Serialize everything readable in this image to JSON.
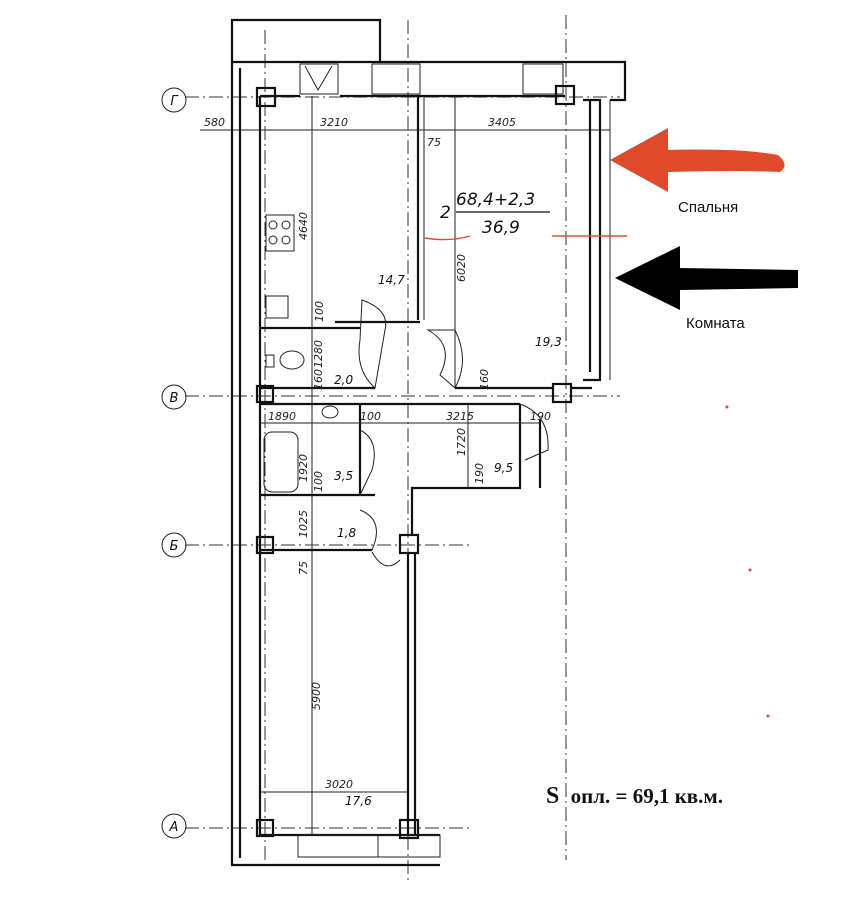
{
  "axes": {
    "g": "Г",
    "v": "В",
    "b": "Б",
    "a": "А"
  },
  "dimensions": {
    "d580": "580",
    "d3210": "3210",
    "d3405": "3405",
    "d75_top": "75",
    "d4640": "4640",
    "d6020": "6020",
    "d100_a": "100",
    "d1280": "1280",
    "d160_a": "160",
    "d160_b": "160",
    "d1890": "1890",
    "d100_b": "100",
    "d3215": "3215",
    "d190_a": "190",
    "d1920": "1920",
    "d1720": "1720",
    "d100_c": "100",
    "d190_b": "190",
    "d1025": "1025",
    "d75_bottom": "75",
    "d5900": "5900",
    "d3020": "3020"
  },
  "areas": {
    "kitchen": "14,7",
    "bedroom": "19,3",
    "wc": "2,0",
    "bath": "3,5",
    "closet": "1,8",
    "hall": "9,5",
    "living": "17,6"
  },
  "summary": {
    "rooms": "2",
    "numerator": "68,4+2,3",
    "denominator": "36,9"
  },
  "annotations": {
    "bedroom_label": "Спальня",
    "room_label": "Комната"
  },
  "total": {
    "s": "S",
    "rest": "опл. = 69,1 кв.м."
  },
  "colors": {
    "red_arrow": "#e04a2a",
    "black_arrow": "#000000",
    "ink": "#111111"
  }
}
